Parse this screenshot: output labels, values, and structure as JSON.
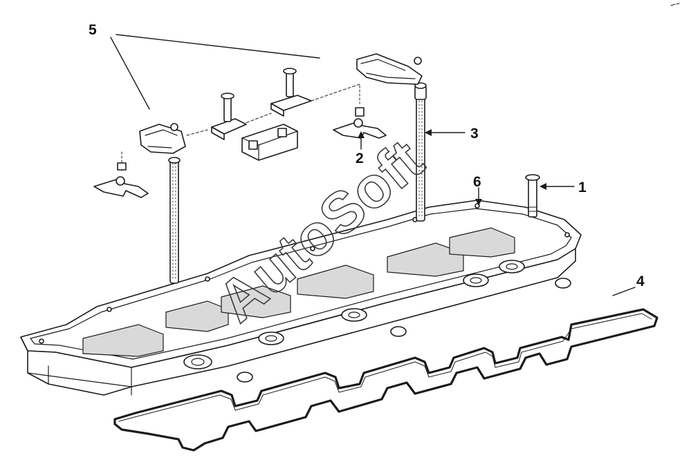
{
  "diagram": {
    "callouts": [
      {
        "id": "1",
        "label": "1",
        "part": "bolt"
      },
      {
        "id": "2",
        "label": "2",
        "part": "mounting-bracket"
      },
      {
        "id": "3",
        "label": "3",
        "part": "push-rod"
      },
      {
        "id": "4",
        "label": "4",
        "part": "gasket"
      },
      {
        "id": "5",
        "label": "5",
        "part": "rocker-arm-assembly"
      },
      {
        "id": "6",
        "label": "6",
        "part": "rocker-housing"
      }
    ],
    "watermark": "AutoSoft",
    "colors": {
      "line": "#1a1a1a",
      "background": "#ffffff",
      "watermark": "#3a3a3a"
    }
  }
}
